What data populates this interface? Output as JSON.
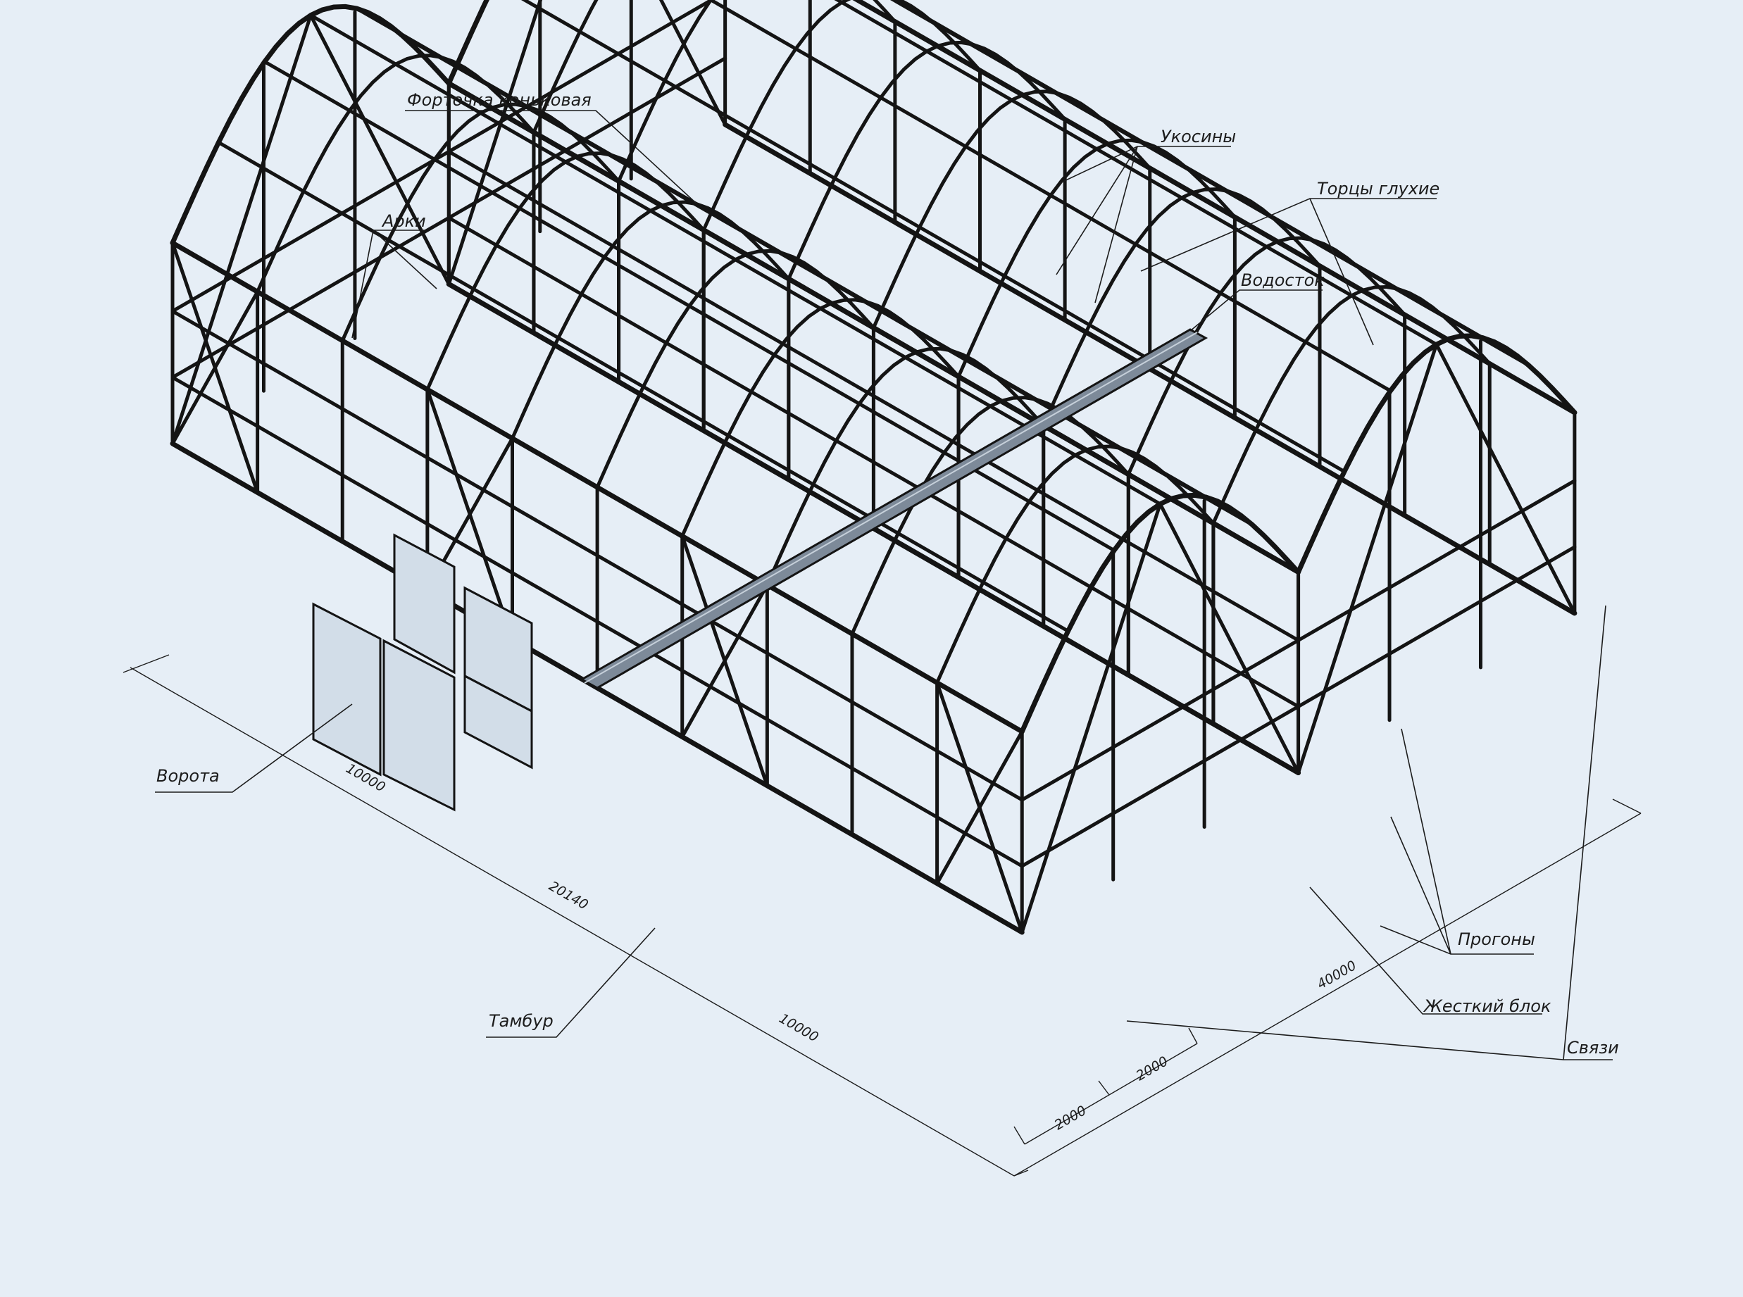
{
  "colors": {
    "background": "#e6eef6",
    "frame": "#141414",
    "gutter": "#7d8a99",
    "gate_panel": "#d2dde8"
  },
  "labels": {
    "fortochka": "Форточка коньковая",
    "ukosiny": "Укосины",
    "tortsy": "Торцы глухие",
    "arki": "Арки",
    "vodostok": "Водосток",
    "vorota": "Ворота",
    "tambur": "Тамбур",
    "progony": "Прогоны",
    "zhestkiy_blok": "Жесткий блок",
    "svyazi": "Связи"
  },
  "dimensions": {
    "d_front_a": "10000",
    "d_front_b": "20140",
    "d_front_c": "10000",
    "d_side": "40000",
    "d_bay_1": "2000",
    "d_bay_2": "2000"
  }
}
